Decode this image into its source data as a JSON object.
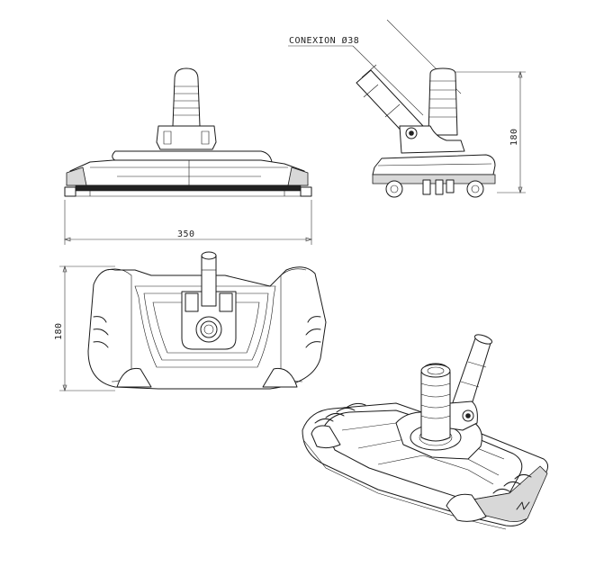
{
  "drawing": {
    "connection_label": "CONEXION Ø38",
    "dim_width": "350",
    "dim_height_side": "180",
    "dim_height_top": "180"
  }
}
